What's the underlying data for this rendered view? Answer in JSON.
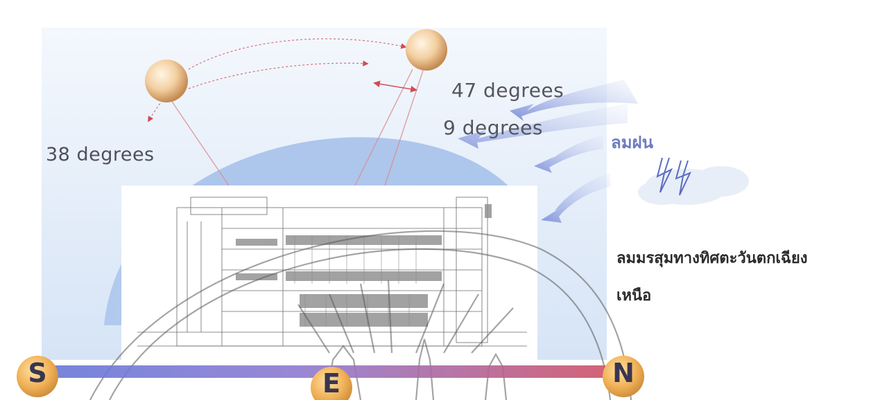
{
  "labels": {
    "angle_left": "38 degrees",
    "angle_top": "47 degrees",
    "angle_small": "9 degrees",
    "rain_wind": "ลมฝน",
    "northwest_monsoon_line1": "ลมมรสุมทางทิศตะวันตกเฉียง",
    "northwest_monsoon_line2": "เหนือ"
  },
  "compass": {
    "south": "S",
    "east": "E",
    "north": "N"
  },
  "colors": {
    "sky_gradient_top": "#e8f0fa",
    "dome_blue": "#a9c6ec",
    "sun": "#f1c89a",
    "sun_path": "#d9565b",
    "wind_arrow": "#7f8fd8",
    "ground_bar_left": "#5a6fd6",
    "ground_bar_right": "#d44a5a",
    "compass_disc": "#f2b45a"
  },
  "icons": {
    "sun_left": "sun-icon",
    "sun_right": "sun-icon",
    "lightning": "lightning-icon",
    "cloud": "cloud-icon",
    "building": "building-elevation-drawing"
  }
}
